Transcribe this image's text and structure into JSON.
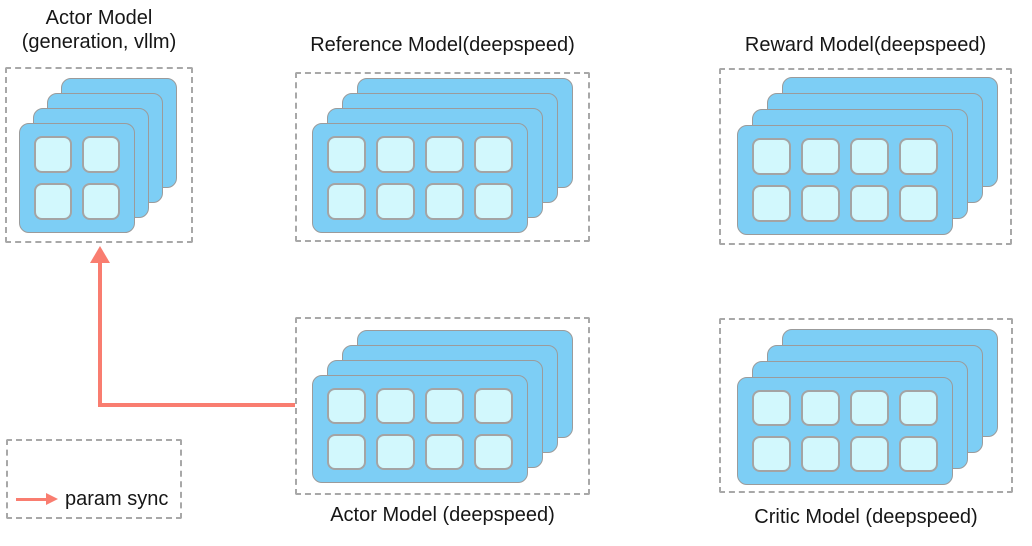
{
  "colors": {
    "background": "#ffffff",
    "card_fill": "#7dcef5",
    "card_border": "#9b9b9b",
    "chip_fill": "#d2f8fd",
    "chip_border": "#a4a4a4",
    "dash_border": "#a8a8a8",
    "arrow": "#f97d70",
    "text": "#161616"
  },
  "models": [
    {
      "id": "actor-vllm",
      "title_line1": "Actor Model",
      "title_line2": "(generation, vllm)",
      "label_position": "top",
      "num_cards": 4,
      "gpu_cols": 2,
      "gpu_rows": 2
    },
    {
      "id": "reference",
      "title": "Reference Model(deepspeed)",
      "label_position": "top",
      "num_cards": 4,
      "gpu_cols": 4,
      "gpu_rows": 2
    },
    {
      "id": "reward",
      "title": "Reward Model(deepspeed)",
      "label_position": "top",
      "num_cards": 4,
      "gpu_cols": 4,
      "gpu_rows": 2
    },
    {
      "id": "actor-deepspeed",
      "title": "Actor Model (deepspeed)",
      "label_position": "bottom",
      "num_cards": 4,
      "gpu_cols": 4,
      "gpu_rows": 2
    },
    {
      "id": "critic",
      "title": "Critic Model (deepspeed)",
      "label_position": "bottom",
      "num_cards": 4,
      "gpu_cols": 4,
      "gpu_rows": 2
    }
  ],
  "arrow": {
    "type": "param-sync",
    "from": "actor-deepspeed",
    "to": "actor-vllm"
  },
  "legend": {
    "label": "param sync"
  }
}
